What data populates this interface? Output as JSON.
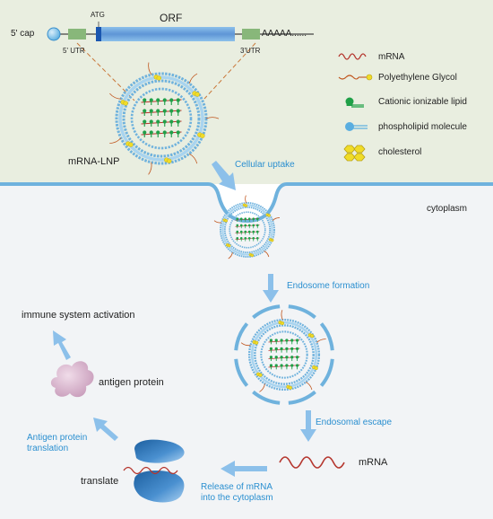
{
  "mrna_construct": {
    "cap": "5' cap",
    "atg": "ATG",
    "orf": "ORF",
    "utr5": "5' UTR",
    "utr3": "3'UTR",
    "polya": "AAAAA......"
  },
  "legend": [
    {
      "icon": "mrna-strand-icon",
      "label": "mRNA"
    },
    {
      "icon": "polyethylene-glycol-icon",
      "label": "Polyethylene Glycol"
    },
    {
      "icon": "cationic-lipid-icon",
      "label": "Cationic ionizable lipid"
    },
    {
      "icon": "phospholipid-icon",
      "label": "phospholipid molecule"
    },
    {
      "icon": "cholesterol-icon",
      "label": "cholesterol"
    }
  ],
  "lnp_label": "mRNA-LNP",
  "cytoplasm_label": "cytoplasm",
  "steps": {
    "uptake": "Cellular uptake",
    "endosome": "Endosome formation",
    "escape": "Endosomal escape",
    "release": "Release of mRNA\ninto the cytoplasm",
    "translation": "Antigen protein\ntranslation"
  },
  "labels": {
    "mrna": "mRNA",
    "translate": "translate",
    "antigen": "antigen protein",
    "immune": "immune system activation"
  },
  "colors": {
    "top_panel": "#e9eee0",
    "cell": "#f2f4f6",
    "membrane": "#6fb2dd",
    "orf": "#6fa4dc",
    "utr": "#88b77a",
    "mrna": "#b5362e",
    "lipid": "#20a048",
    "cholesterol": "#f0dc28",
    "arrow": "#8cc0ea",
    "ribosome": "#3f83c4",
    "antigen": "#d8b4cf"
  }
}
